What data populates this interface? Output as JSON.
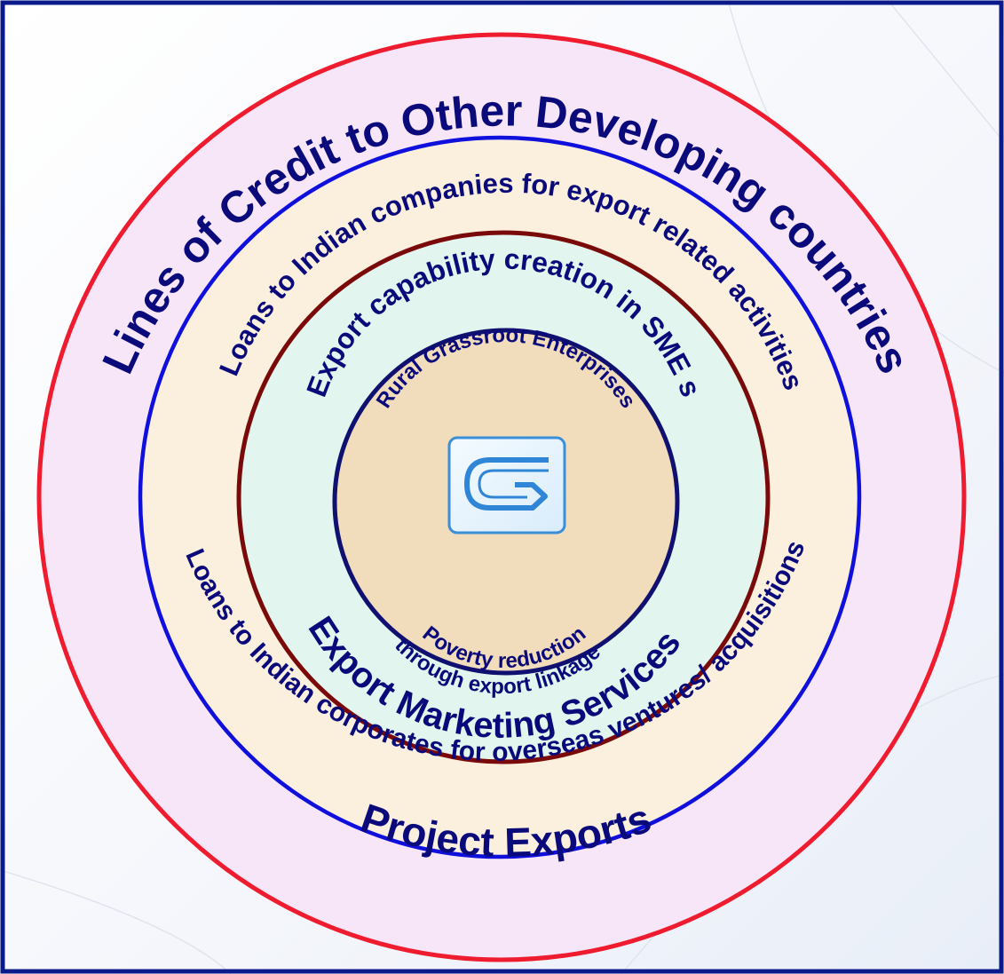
{
  "colors": {
    "border": "#0b1a8a",
    "text": "#0a0a7a",
    "outer_ring": "#ee1c2e",
    "middle_ring": "#1010dd",
    "inner_ring": "#7a0a0a",
    "core_ring": "#101070",
    "outer_fill": "#f7e6f8",
    "loans_fill": "#fbf0de",
    "sme_fill": "#e2f6ef",
    "core_fill": "#f1dcbc"
  },
  "rings": {
    "outer_top": "Lines of Credit to Other  Developing countries",
    "outer_bottom": "Project Exports",
    "middle_top": "Loans to Indian companies for export related activities",
    "middle_bottom": "Loans to Indian corporates for overseas ventures/ acquisitions",
    "sme_top": "Export capability creation in SME s",
    "sme_bottom": "Export Marketing Services",
    "core_top": "Rural Grassroot Enterprises",
    "core_bottom_line1": "Poverty reduction",
    "core_bottom_line2": "through export linkage"
  },
  "logo": {
    "icon": "exim-logo-icon"
  }
}
